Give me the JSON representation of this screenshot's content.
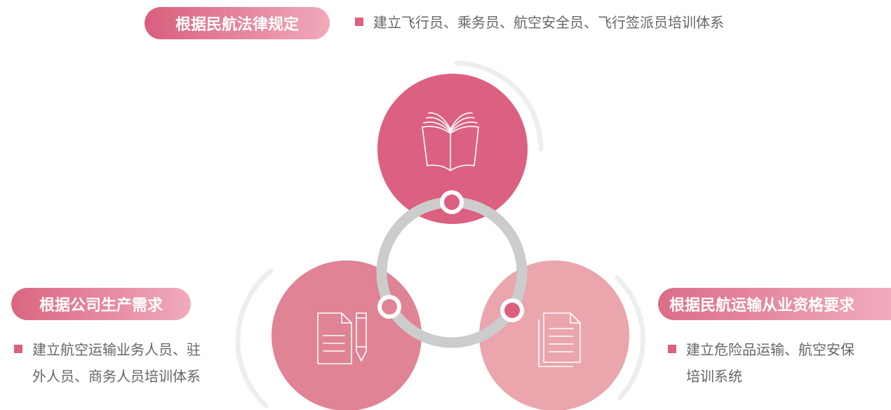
{
  "top": {
    "title": "根据民航法律规定",
    "lines": [
      "建立飞行员、乘务员、航空安全员、飞行签派员培训体系"
    ]
  },
  "left": {
    "title": "根据公司生产需求",
    "lines": [
      "建立航空运输业务人员、驻",
      "外人员、商务人员培训体系"
    ]
  },
  "right": {
    "title": "根据民航运输从业资格要求",
    "lines": [
      "建立危险品运输、航空安保",
      "培训系统"
    ]
  },
  "colors": {
    "top_circle": "#dc6080",
    "left_circle": "#e08394",
    "right_circle": "#eaa5ad",
    "ring": "#cccccc",
    "arc": "#eeeeee",
    "bullet": "#dc6080"
  },
  "icons": {
    "top": "open-book-icon",
    "left": "document-pencil-icon",
    "right": "documents-icon"
  }
}
